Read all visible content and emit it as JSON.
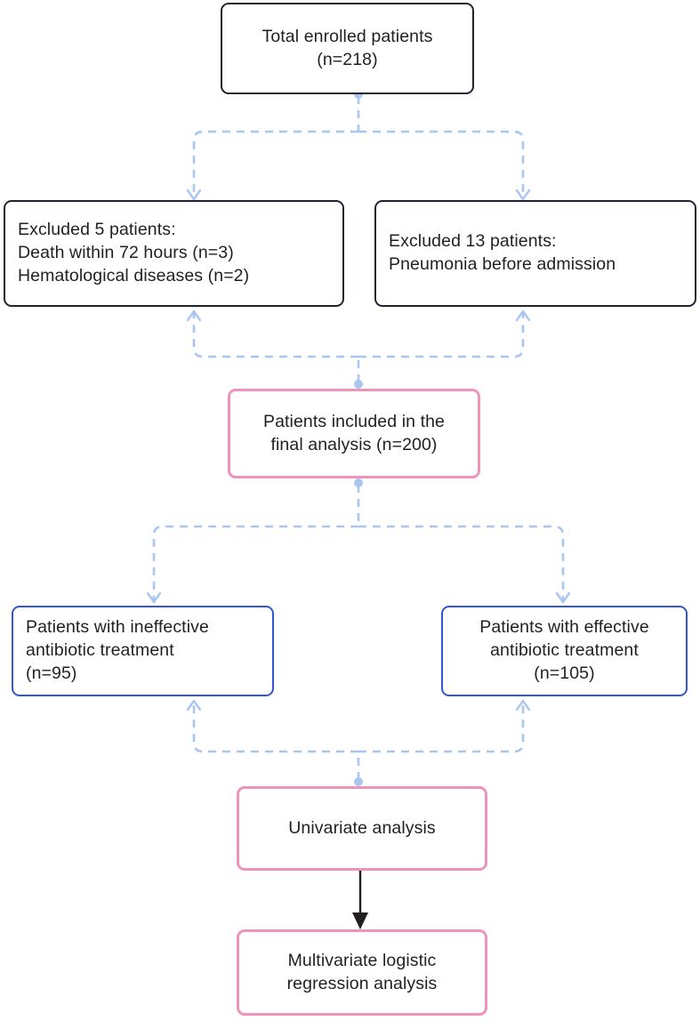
{
  "diagram": {
    "title": "Patient enrollment and analysis flowchart",
    "colors": {
      "dark_border": "#1f2430",
      "pink_border": "#ef93bb",
      "blue_border": "#3355d8",
      "dashed_connector": "#a9c6f2",
      "solid_connector": "#231f20",
      "text": "#231f20",
      "background": "#ffffff"
    },
    "nodes": [
      {
        "id": "total-enrolled",
        "text": "Total enrolled patients\n(n=218)",
        "style": "dark",
        "align": "center"
      },
      {
        "id": "excluded-left",
        "text": "Excluded 5 patients:\nDeath within 72 hours (n=3)\nHematological diseases (n=2)",
        "style": "dark",
        "align": "left"
      },
      {
        "id": "excluded-right",
        "text": "Excluded 13 patients:\nPneumonia before admission",
        "style": "dark",
        "align": "left"
      },
      {
        "id": "included-final",
        "text": "Patients included in the\nfinal analysis (n=200)",
        "style": "pink",
        "align": "center"
      },
      {
        "id": "ineffective-treatment",
        "text": "Patients with ineffective\nantibiotic treatment\n(n=95)",
        "style": "blue",
        "align": "left"
      },
      {
        "id": "effective-treatment",
        "text": "Patients with effective\nantibiotic treatment\n(n=105)",
        "style": "blue",
        "align": "center"
      },
      {
        "id": "univariate-analysis",
        "text": "Univariate analysis",
        "style": "pink",
        "align": "center"
      },
      {
        "id": "multivariate-analysis",
        "text": "Multivariate logistic\nregression analysis",
        "style": "pink",
        "align": "center"
      }
    ],
    "counts": {
      "total_enrolled": 218,
      "excluded_left_total": 5,
      "death_within_72_hours": 3,
      "hematological_diseases": 2,
      "excluded_right_total": 13,
      "included_final": 200,
      "ineffective_treatment": 95,
      "effective_treatment": 105
    },
    "connectors": [
      {
        "id": "enrolled-to-excluded",
        "style": "dashed",
        "direction": "down-split"
      },
      {
        "id": "included-to-excluded",
        "style": "dashed",
        "direction": "up-split"
      },
      {
        "id": "included-to-treatment",
        "style": "dashed",
        "direction": "down-split"
      },
      {
        "id": "univariate-to-treatment",
        "style": "dashed",
        "direction": "up-split"
      },
      {
        "id": "univariate-to-multivariate",
        "style": "solid",
        "direction": "down"
      }
    ]
  }
}
